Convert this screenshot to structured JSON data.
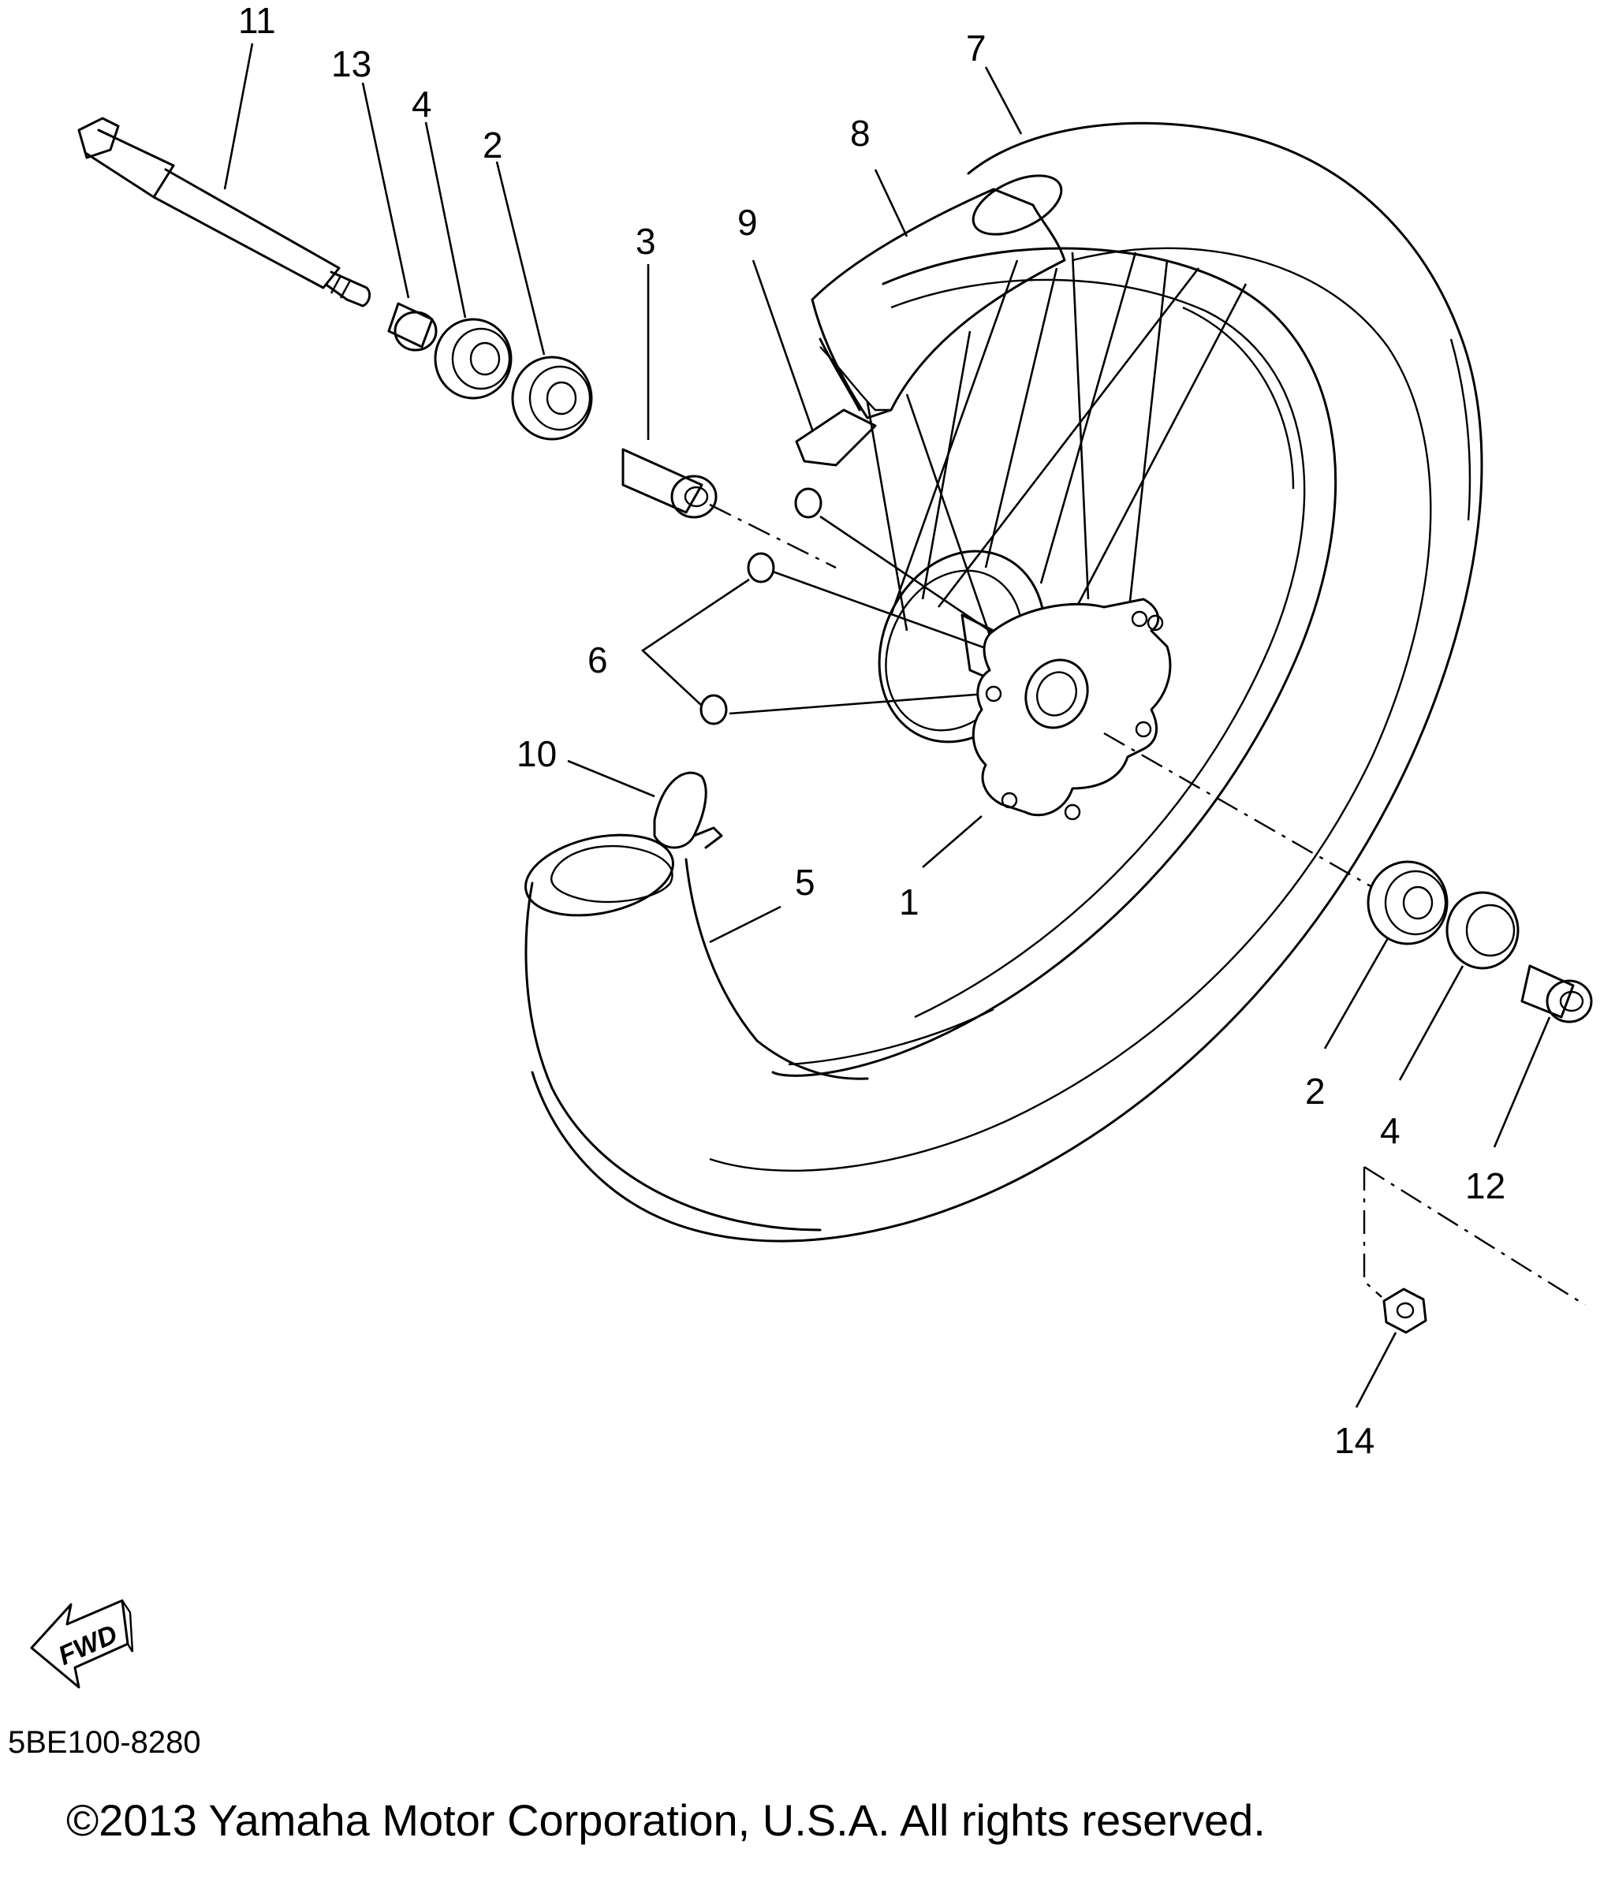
{
  "diagram": {
    "callouts": [
      {
        "id": "1",
        "text": "1"
      },
      {
        "id": "2a",
        "text": "2"
      },
      {
        "id": "2b",
        "text": "2"
      },
      {
        "id": "3",
        "text": "3"
      },
      {
        "id": "4a",
        "text": "4"
      },
      {
        "id": "4b",
        "text": "4"
      },
      {
        "id": "5",
        "text": "5"
      },
      {
        "id": "6",
        "text": "6"
      },
      {
        "id": "7",
        "text": "7"
      },
      {
        "id": "8",
        "text": "8"
      },
      {
        "id": "9",
        "text": "9"
      },
      {
        "id": "10",
        "text": "10"
      },
      {
        "id": "11",
        "text": "11"
      },
      {
        "id": "12",
        "text": "12"
      },
      {
        "id": "13",
        "text": "13"
      },
      {
        "id": "14",
        "text": "14"
      }
    ],
    "fwd_label": "FWD",
    "drawing_code": "5BE100-8280",
    "copyright": "©2013 Yamaha Motor Corporation, U.S.A. All rights reserved."
  }
}
